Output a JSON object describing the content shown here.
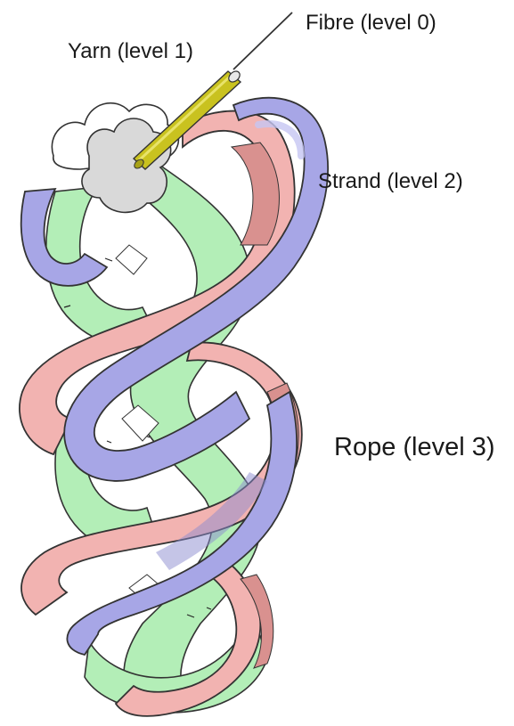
{
  "labels": {
    "fibre": "Fibre (level 0)",
    "yarn": "Yarn (level 1)",
    "strand": "Strand (level 2)",
    "rope": "Rope (level 3)"
  },
  "colors": {
    "strand_blue": "#a7a6e6",
    "strand_pink": "#f2b3b1",
    "strand_green": "#b3eeb7",
    "fibre_yellow": "#c9c21f",
    "yarn_cross_section": "#d9d9d9",
    "outline": "#333333"
  }
}
